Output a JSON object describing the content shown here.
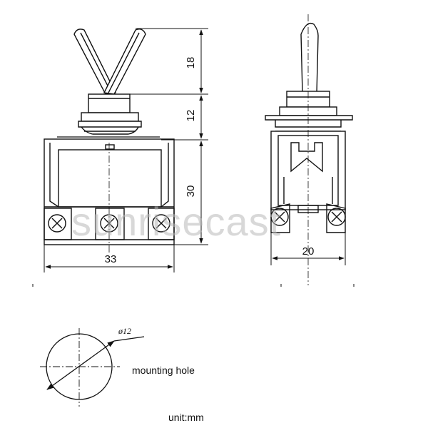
{
  "dimensions": {
    "toggle_height": "18",
    "bushing_height": "12",
    "body_height": "30",
    "body_width_front": "33",
    "body_width_side": "20",
    "hole_diameter": "ø12"
  },
  "labels": {
    "mounting_hole": "mounting hole",
    "unit": "unit:mm"
  },
  "watermark": "sunrisecast"
}
